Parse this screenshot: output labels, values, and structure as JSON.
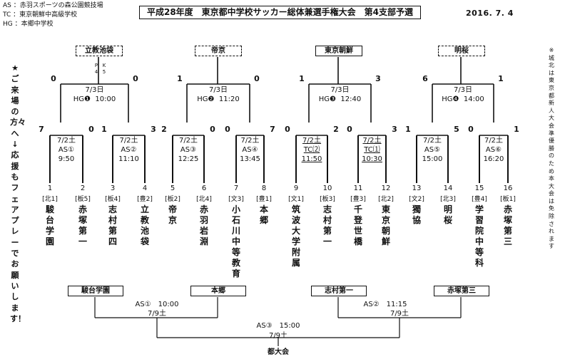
{
  "header": {
    "title": "平成28年度　東京都中学校サッカー総体兼選手権大会　第4支部予選",
    "date": "2016. 7. 4"
  },
  "venues": [
    {
      "code": "AS",
      "name": "：赤羽スポーツの森公園競技場"
    },
    {
      "code": "TC",
      "name": "：東京朝鮮中高級学校"
    },
    {
      "code": "HG",
      "name": "：本郷中学校"
    }
  ],
  "left_note": "★ご来場の方々へ　↓　応援もフェアプレーでお願いします！",
  "right_note": "※城北は東京都新人大会準優勝のため本大会は免除されます",
  "blocks": [
    {
      "winner": "立教池袋",
      "winner_style": "dash",
      "date": "7/3日",
      "venue": "HG❶",
      "time": "10:00",
      "score_left": "0",
      "score_right": "0",
      "pk_left": "P 4",
      "pk_right": "K 5"
    },
    {
      "winner": "帝京",
      "winner_style": "dash",
      "date": "7/3日",
      "venue": "HG❷",
      "time": "11:20",
      "score_left": "1",
      "score_right": "0"
    },
    {
      "winner": "東京朝鮮",
      "winner_style": "solid",
      "date": "7/3日",
      "venue": "HG❸",
      "time": "12:40",
      "score_left": "1",
      "score_right": "3"
    },
    {
      "winner": "明桜",
      "winner_style": "dash",
      "date": "7/3日",
      "venue": "HG❹",
      "time": "14:00",
      "score_left": "6",
      "score_right": "1"
    }
  ],
  "first_round": [
    {
      "date": "7/2土",
      "venue": "AS①",
      "time": "9:50",
      "score_left": "7",
      "score_right": "0"
    },
    {
      "date": "7/2土",
      "venue": "AS②",
      "time": "11:10",
      "score_left": "1",
      "score_right": "3"
    },
    {
      "date": "7/2土",
      "venue": "AS③",
      "time": "12:25",
      "score_left": "2",
      "score_right": "0"
    },
    {
      "date": "7/2土",
      "venue": "AS④",
      "time": "13:45",
      "score_left": "0",
      "score_right": "7"
    },
    {
      "date": "7/2土",
      "venue": "TC⑵",
      "time": "11:50",
      "score_left": "0",
      "score_right": "2",
      "underline": true
    },
    {
      "date": "7/2土",
      "venue": "TC⑴",
      "time": "10:30",
      "score_left": "0",
      "score_right": "3",
      "underline": true
    },
    {
      "date": "7/2土",
      "venue": "AS⑤",
      "time": "15:00",
      "score_left": "1",
      "score_right": "5"
    },
    {
      "date": "7/2土",
      "venue": "AS⑥",
      "time": "16:20",
      "score_left": "0",
      "score_right": "1"
    }
  ],
  "teams": [
    {
      "num": "1",
      "code": "[北1]",
      "name": "駿台学園"
    },
    {
      "num": "2",
      "code": "[板5]",
      "name": "赤塚第一"
    },
    {
      "num": "3",
      "code": "[板4]",
      "name": "志村第四"
    },
    {
      "num": "4",
      "code": "[豊2]",
      "name": "立教池袋"
    },
    {
      "num": "5",
      "code": "[板2]",
      "name": "帝京"
    },
    {
      "num": "6",
      "code": "[北4]",
      "name": "赤羽岩淵"
    },
    {
      "num": "7",
      "code": "[文3]",
      "name": "小石川中等教育"
    },
    {
      "num": "8",
      "code": "[豊1]",
      "name": "本郷"
    },
    {
      "num": "9",
      "code": "[文1]",
      "name": "筑波大学附属"
    },
    {
      "num": "10",
      "code": "[板3]",
      "name": "志村第一"
    },
    {
      "num": "11",
      "code": "[豊3]",
      "name": "千登世橋"
    },
    {
      "num": "12",
      "code": "[北2]",
      "name": "東京朝鮮"
    },
    {
      "num": "13",
      "code": "[文2]",
      "name": "獨協"
    },
    {
      "num": "14",
      "code": "[北3]",
      "name": "明桜"
    },
    {
      "num": "15",
      "code": "[豊4]",
      "name": "学習院中等科"
    },
    {
      "num": "16",
      "code": "[板1]",
      "name": "赤塚第三"
    }
  ],
  "finals": {
    "seeds": [
      "駿台学園",
      "本郷",
      "志村第一",
      "赤塚第三"
    ],
    "semi1": {
      "label": "AS①　10:00",
      "date": "7/9土"
    },
    "semi2": {
      "label": "AS②　11:15",
      "date": "7/9土"
    },
    "final": {
      "label": "AS③　15:00",
      "date": "7/9土"
    },
    "result": "都大会"
  }
}
